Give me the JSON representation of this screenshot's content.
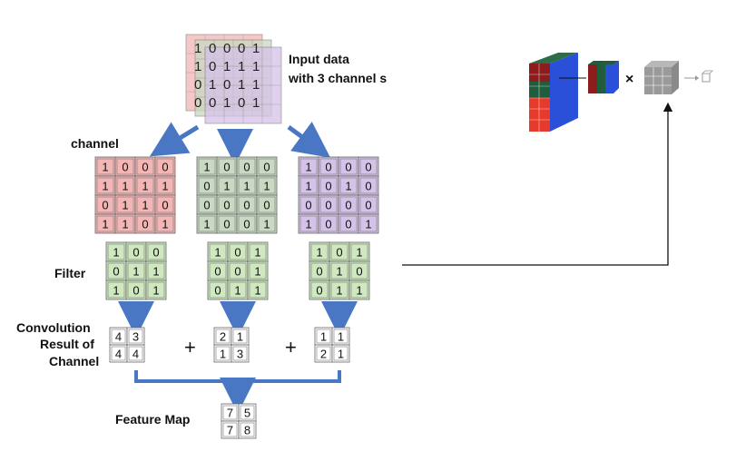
{
  "title_input": "Input data",
  "title_input2": "with 3 channel s",
  "label_channel": "channel",
  "label_filter": "Filter",
  "label_conv1": "Convolution",
  "label_conv2": "Result of",
  "label_conv3": "Channel",
  "label_feature": "Feature Map",
  "op_plus": "+",
  "op_times": "×",
  "input_digits": [
    "1",
    "0",
    "0",
    "0",
    "1",
    "1",
    "0",
    "1",
    "1",
    "1",
    "0",
    "1",
    "0",
    "1",
    "1",
    "0",
    "0",
    "1",
    "0",
    "1"
  ],
  "colors": {
    "red": "#f4b5b5",
    "green": "#c9d9c2",
    "purple": "#d5c2e8",
    "filter": "#cfe8c0",
    "arrow": "#4a77c4"
  },
  "channels": [
    {
      "color": "#f4b5b5",
      "grid": [
        [
          "1",
          "0",
          "0",
          "0"
        ],
        [
          "1",
          "1",
          "1",
          "1"
        ],
        [
          "0",
          "1",
          "1",
          "0"
        ],
        [
          "1",
          "1",
          "0",
          "1"
        ]
      ]
    },
    {
      "color": "#c9d9c2",
      "grid": [
        [
          "1",
          "0",
          "0",
          "0"
        ],
        [
          "0",
          "1",
          "1",
          "1"
        ],
        [
          "0",
          "0",
          "0",
          "0"
        ],
        [
          "1",
          "0",
          "0",
          "1"
        ]
      ]
    },
    {
      "color": "#d5c2e8",
      "grid": [
        [
          "1",
          "0",
          "0",
          "0"
        ],
        [
          "1",
          "0",
          "1",
          "0"
        ],
        [
          "0",
          "0",
          "0",
          "0"
        ],
        [
          "1",
          "0",
          "0",
          "1"
        ]
      ]
    }
  ],
  "filters": [
    [
      [
        "1",
        "0",
        "0"
      ],
      [
        "0",
        "1",
        "1"
      ],
      [
        "1",
        "0",
        "1"
      ]
    ],
    [
      [
        "1",
        "0",
        "1"
      ],
      [
        "0",
        "0",
        "1"
      ],
      [
        "0",
        "1",
        "1"
      ]
    ],
    [
      [
        "1",
        "0",
        "1"
      ],
      [
        "0",
        "1",
        "0"
      ],
      [
        "0",
        "1",
        "1"
      ]
    ]
  ],
  "results": [
    [
      [
        "4",
        "3"
      ],
      [
        "4",
        "4"
      ]
    ],
    [
      [
        "2",
        "1"
      ],
      [
        "1",
        "3"
      ]
    ],
    [
      [
        "1",
        "1"
      ],
      [
        "2",
        "1"
      ]
    ]
  ],
  "feature_map": [
    [
      "7",
      "5"
    ],
    [
      "7",
      "8"
    ]
  ]
}
